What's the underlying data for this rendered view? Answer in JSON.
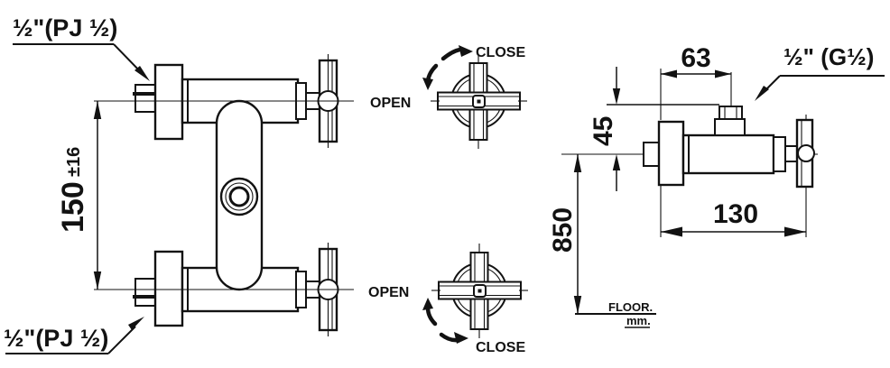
{
  "drawing": {
    "front_view": {
      "top_inlet_label": "½\"(PJ ½)",
      "bottom_inlet_label": "½\"(PJ ½)",
      "height_dim": {
        "value": "150",
        "tolerance": "±16"
      }
    },
    "handle_diagrams": {
      "top": {
        "open_label": "OPEN",
        "close_label": "CLOSE"
      },
      "bottom": {
        "open_label": "OPEN",
        "close_label": "CLOSE"
      }
    },
    "side_view": {
      "offset_dim": "63",
      "outlet_label": "½\" (G½)",
      "outlet_height_dim": "45",
      "length_dim": "130",
      "install_height_dim": "850",
      "floor_label": "FLOOR.",
      "unit_label": "mm."
    },
    "colors": {
      "line": "#121212",
      "background": "#ffffff"
    }
  }
}
